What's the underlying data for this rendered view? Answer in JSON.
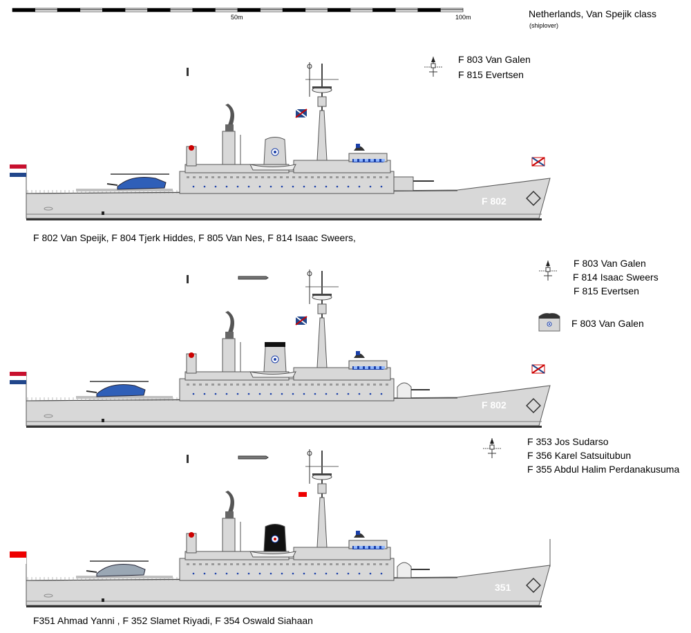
{
  "header": {
    "title": "Netherlands, Van Spejik class",
    "credit": "(shiplover)",
    "scale": {
      "mark_mid": "50m",
      "mark_end": "100m"
    }
  },
  "profiles": [
    {
      "hull_number": "F 802",
      "caption": "F 802 Van Speijk,  F 804  Tjerk Hiddes,  F 805 Van Nes, F 814 Isaac Sweers,",
      "notes": [
        {
          "icon": "direction-finder-icon",
          "lines": [
            "F 803 Van Galen",
            "F 815 Evertsen"
          ]
        }
      ],
      "funnel_color": "#d6d6d6",
      "ensign": "netherlands",
      "gun": "twin-turret",
      "helicopter": "lynx"
    },
    {
      "hull_number": "F 802",
      "caption": "",
      "notes": [
        {
          "icon": "direction-finder-icon",
          "lines": [
            "F 803 Van Galen",
            "F 814 Isaac Sweers",
            "F 815 Evertsen"
          ]
        },
        {
          "icon": "funnel-cap-icon",
          "lines": [
            "F 803 Van Galen"
          ]
        }
      ],
      "funnel_color": "#d6d6d6",
      "ensign": "netherlands",
      "gun": "oto-melara",
      "helicopter": "nh90"
    },
    {
      "hull_number": "351",
      "caption": "F351 Ahmad Yanni ,  F 352 Slamet Riyadi,  F 354 Oswald Siahaan",
      "notes": [
        {
          "icon": "direction-finder-icon",
          "lines": [
            "F 353 Jos Sudarso",
            "F 356 Karel Satsuitubun",
            "F 355 Abdul Halim Perdanakusuma"
          ]
        }
      ],
      "funnel_color": "#111111",
      "ensign": "indonesia",
      "gun": "oto-melara",
      "helicopter": "bo105"
    }
  ]
}
